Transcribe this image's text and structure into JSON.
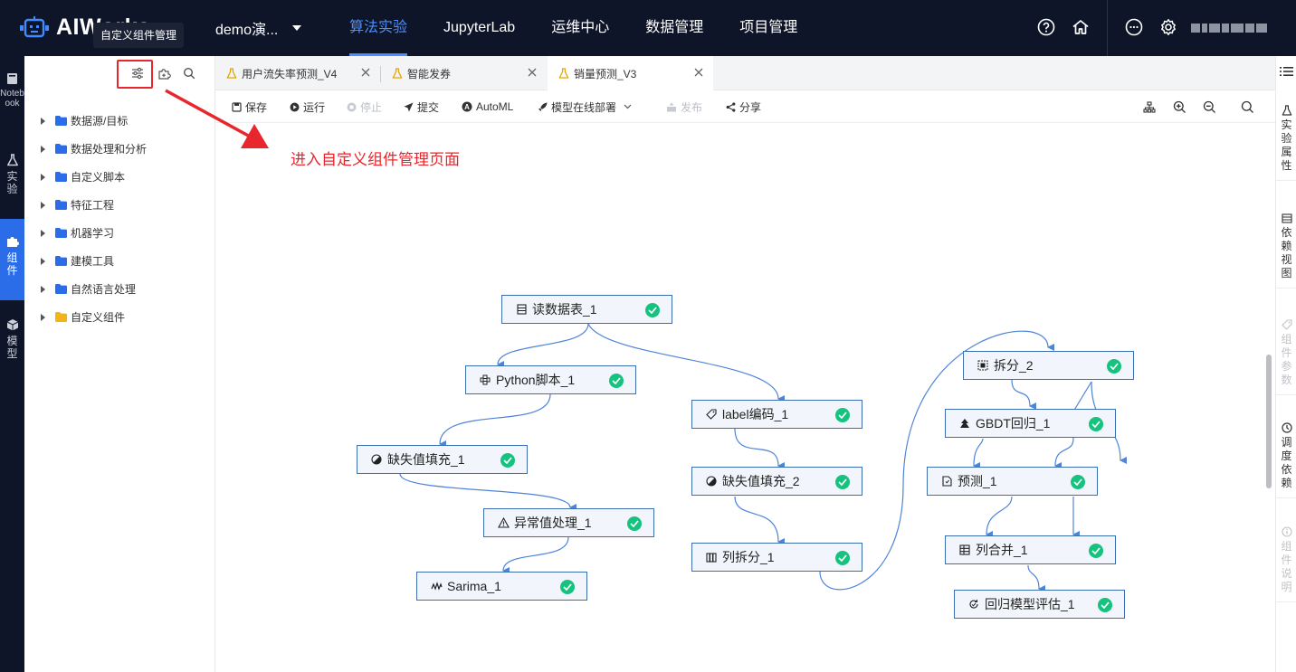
{
  "app": {
    "brand": "AIWorks",
    "tooltip": "自定义组件管理"
  },
  "project": {
    "name": "demo演..."
  },
  "nav": {
    "items": [
      "算法实验",
      "JupyterLab",
      "运维中心",
      "数据管理",
      "项目管理"
    ],
    "active": "算法实验"
  },
  "left_rail": {
    "items": [
      {
        "label": "Notebook",
        "icon": "notebook-icon"
      },
      {
        "label": "实验",
        "icon": "flask-icon"
      },
      {
        "label": "组件",
        "icon": "puzzle-icon"
      },
      {
        "label": "模型",
        "icon": "cube-icon"
      }
    ],
    "active": "组件"
  },
  "left_panel": {
    "tree": [
      {
        "label": "数据源/目标"
      },
      {
        "label": "数据处理和分析"
      },
      {
        "label": "自定义脚本"
      },
      {
        "label": "特征工程"
      },
      {
        "label": "机器学习"
      },
      {
        "label": "建模工具"
      },
      {
        "label": "自然语言处理"
      },
      {
        "label": "自定义组件"
      }
    ]
  },
  "tabs": [
    {
      "label": "用户流失率预测_V4"
    },
    {
      "label": "智能发券"
    },
    {
      "label": "销量预测_V3"
    }
  ],
  "toolbar": {
    "save": "保存",
    "run": "运行",
    "stop": "停止",
    "submit": "提交",
    "automl": "AutoML",
    "deploy": "模型在线部署",
    "publish": "发布",
    "share": "分享"
  },
  "annotation": "进入自定义组件管理页面",
  "nodes": {
    "read_table": "读数据表_1",
    "python": "Python脚本_1",
    "fill_1": "缺失值填充_1",
    "outlier": "异常值处理_1",
    "sarima": "Sarima_1",
    "label_enc": "label编码_1",
    "fill_2": "缺失值填充_2",
    "col_split": "列拆分_1",
    "split": "拆分_2",
    "gbdt": "GBDT回归_1",
    "predict": "预测_1",
    "col_merge": "列合并_1",
    "eval": "回归模型评估_1"
  },
  "right_rail": {
    "items": [
      {
        "label": "实验属性",
        "enabled": true
      },
      {
        "label": "依赖视图",
        "enabled": true
      },
      {
        "label": "组件参数",
        "enabled": false
      },
      {
        "label": "调度依赖",
        "enabled": true
      },
      {
        "label": "组件说明",
        "enabled": false
      }
    ]
  },
  "colors": {
    "accent": "#2b6de8",
    "nav_bg": "#0e1528",
    "success": "#15c27e",
    "annotation": "#e8262e",
    "node_border": "#3d6fb0",
    "edge": "#4e84d9"
  }
}
